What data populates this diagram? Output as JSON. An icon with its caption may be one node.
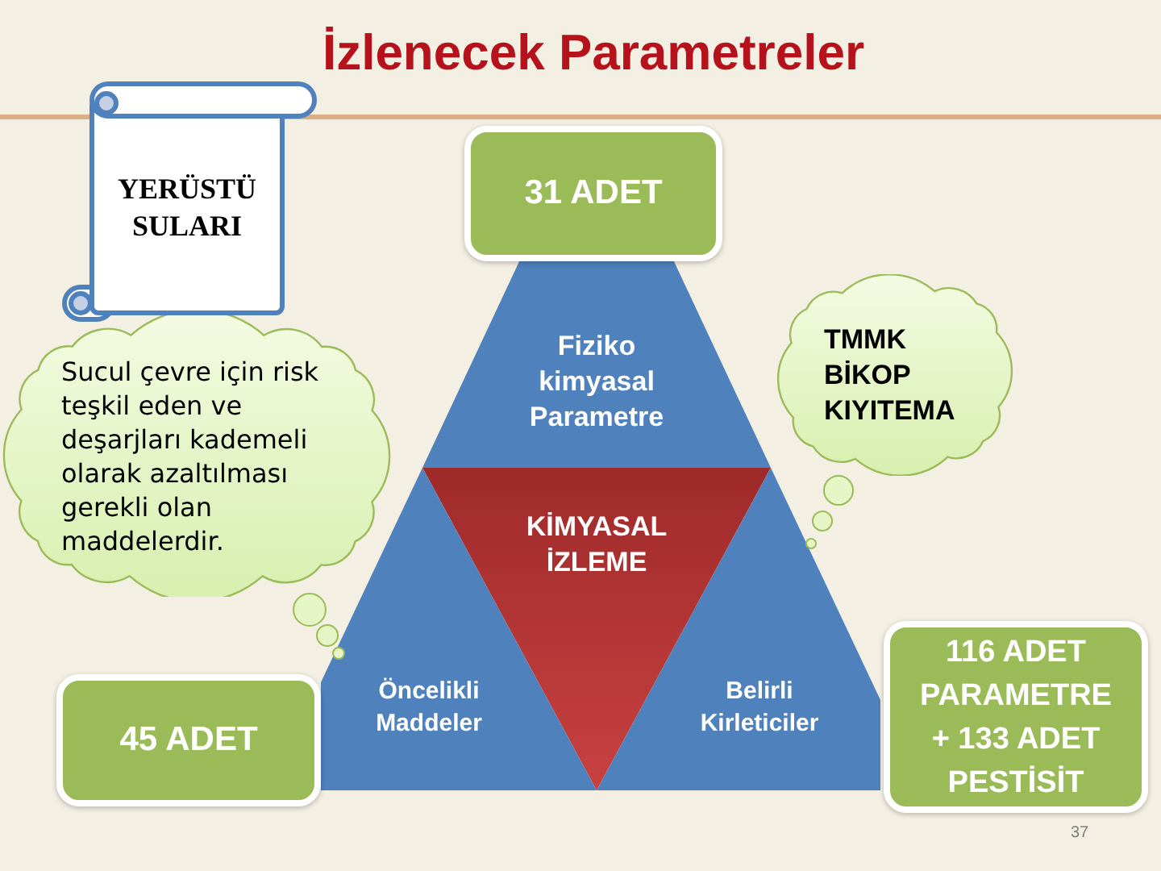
{
  "diagram": {
    "title": "İzlenecek Parametreler",
    "nodes": [
      {
        "text": [
          "YERÜSTÜ SULARI"
        ]
      },
      {
        "text": [
          "31 ADET"
        ]
      },
      {
        "text": [
          "Fiziko kimyasal Parametre"
        ]
      },
      {
        "text": [
          "TMMK BİKOP KIYITEMA"
        ]
      },
      {
        "text": [
          "Sucul çevre için risk teşkil eden ve deşarjları kademeli olarak azaltılması gerekli olan maddelerdir."
        ]
      },
      {
        "text": [
          "KİMYASAL İZLEME"
        ]
      },
      {
        "text": [
          "45 ADET"
        ]
      },
      {
        "text": [
          "Öncelikli Maddeler"
        ]
      },
      {
        "text": [
          "Belirli Kirleticiler"
        ]
      },
      {
        "text": [
          "116 ADET PARAMETRE + 133 ADET PESTİSİT"
        ]
      }
    ],
    "labels": [
      "37"
    ]
  }
}
